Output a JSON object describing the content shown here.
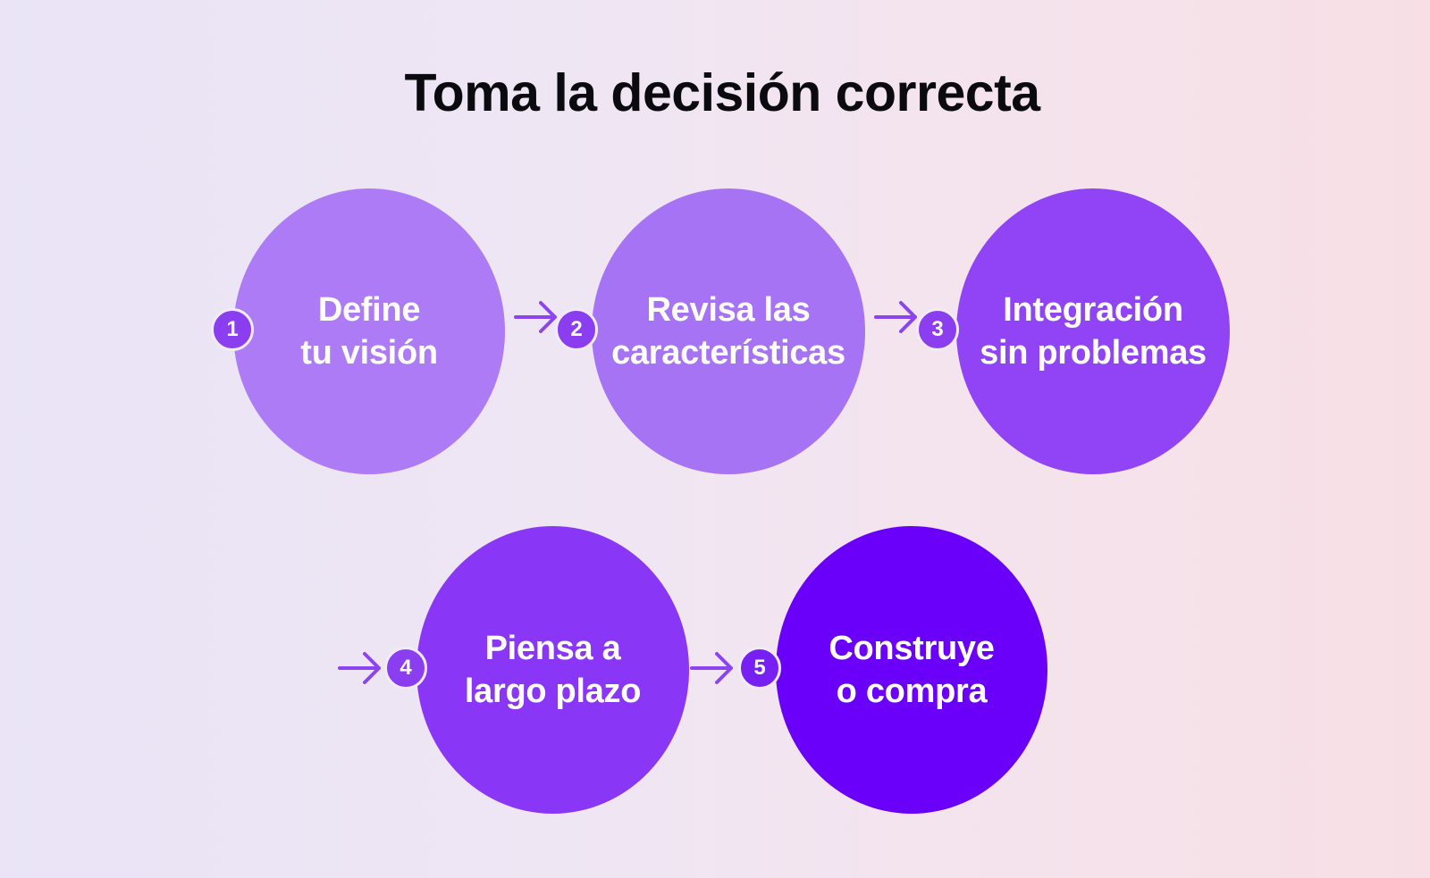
{
  "title": "Toma la decisión correcta",
  "steps": [
    {
      "number": "1",
      "line1": "Define",
      "line2": "tu visión",
      "color": "#ad7bf6"
    },
    {
      "number": "2",
      "line1": "Revisa las",
      "line2": "características",
      "color": "#a673f5"
    },
    {
      "number": "3",
      "line1": "Integración",
      "line2": "sin problemas",
      "color": "#9044f6"
    },
    {
      "number": "4",
      "line1": "Piensa a",
      "line2": "largo plazo",
      "color": "#8a36f7"
    },
    {
      "number": "5",
      "line1": "Construye",
      "line2": "o compra",
      "color": "#6a00fa"
    }
  ],
  "arrow_color": "#8b45f0",
  "badge_color": "#8a3ef0",
  "flow_icon": "arrow-right-icon"
}
